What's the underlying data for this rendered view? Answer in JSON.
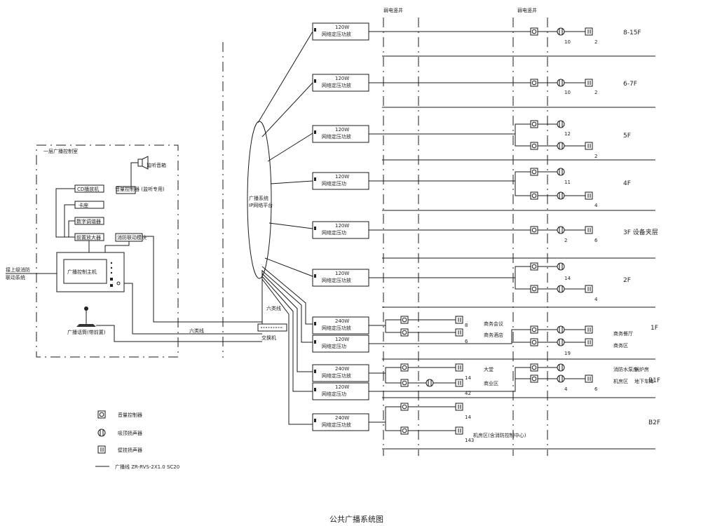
{
  "title": "公共广播系统图",
  "headers": {
    "weak_shaft_a": "弱电竖井",
    "weak_shaft_b": "弱电竖井"
  },
  "control_room": {
    "label": "一层广播控制室",
    "devices": [
      "CD播放机",
      "卡座",
      "数字调谐器",
      "前置放大器"
    ],
    "host": "广播控制主机",
    "fire_module": "消防联动模块",
    "monitor": "监听音箱",
    "monitor_note": "音量控制器 (监听专用)",
    "external": [
      "接上级消防",
      "联动系统"
    ],
    "mic": "广播话筒(带前置)",
    "cable": "六类线"
  },
  "network": {
    "cloud": [
      "广播系统",
      "IP网络平台"
    ],
    "switch": "交换机",
    "line_label": "六类线"
  },
  "amps": [
    {
      "power": "120W",
      "name": "网络定压功放"
    },
    {
      "power": "120W",
      "name": "网络定压功放"
    },
    {
      "power": "120W",
      "name": "网络定压功放"
    },
    {
      "power": "120W",
      "name": "网络定压功"
    },
    {
      "power": "120W",
      "name": "网络定压功"
    },
    {
      "power": "120W",
      "name": "网络定压功放"
    },
    {
      "power": "240W",
      "name": "网络定压功放"
    },
    {
      "power": "120W",
      "name": "网络定压功"
    },
    {
      "power": "240W",
      "name": "网络定压功放"
    },
    {
      "power": "120W",
      "name": "网络定压功"
    },
    {
      "power": "240W",
      "name": "网络定压功放"
    }
  ],
  "floors": [
    "8-15F",
    "6-7F",
    "5F",
    "4F",
    "3F 设备夹层",
    "2F",
    "1F",
    "B1F",
    "B2F"
  ],
  "zone_labels": [
    "商务会议",
    "商务酒店",
    "商务餐厅",
    "商务区",
    "大堂",
    "商业区",
    "消防水泵房",
    "机房区",
    "锅炉房",
    "地下车库",
    "机房区(含消防控制中心)"
  ],
  "counts": [
    "10",
    "2",
    "10",
    "2",
    "12",
    "2",
    "11",
    "4",
    "2",
    "6",
    "14",
    "4",
    "6",
    "8",
    "19",
    "14",
    "42",
    "4",
    "6",
    "14",
    "143"
  ],
  "legend": [
    {
      "icon": "volume-control",
      "label": "音量控制器"
    },
    {
      "icon": "ceiling-speaker",
      "label": "吸顶扬声器"
    },
    {
      "icon": "wall-speaker",
      "label": "壁挂扬声器"
    },
    {
      "icon": "cable-line",
      "label": "广播线 ZR-RVS-2X1.0 SC20"
    }
  ]
}
